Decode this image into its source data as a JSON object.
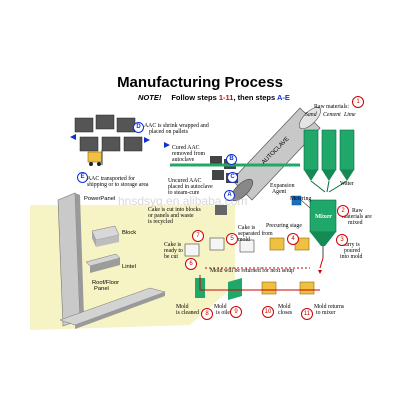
{
  "title": "Manufacturing Process",
  "note": {
    "label": "NOTE!",
    "text_a": "Follow steps ",
    "steps": "1-11",
    "text_b": ", then steps ",
    "letters": "A-E"
  },
  "labels": {
    "raw_materials": "Raw materials:",
    "sand": "Sand",
    "cement": "Cement",
    "lime": "Lime",
    "water": "Water",
    "expansion_agent_1": "Expansion",
    "expansion_agent_2": "Agent",
    "metering": "Metering",
    "mixer": "Mixer",
    "raw_mixed_1": "Raw",
    "raw_mixed_2": "materials are",
    "raw_mixed_3": "mixed",
    "slurry_1": "Slurry is",
    "slurry_2": "poured",
    "slurry_3": "into mold",
    "autoclave": "AUTOCLAVE",
    "pallets_1": "AAC is shrink wrapped and",
    "pallets_2": "placed on pallets",
    "transport_1": "AAC transported for",
    "transport_2": "shipping or to storage area",
    "cured_1": "Cured AAC",
    "cured_2": "removed from",
    "cured_3": "autoclave",
    "uncured_1": "Uncured AAC",
    "uncured_2": "placed in autoclave",
    "uncured_3": "to steam-cure",
    "cut_1": "Cake is cut into blocks",
    "cut_2": "or panels and waste",
    "cut_3": "is recycled",
    "separated_1": "Cake is",
    "separated_2": "separated from",
    "separated_3": "mold",
    "precuring": "Precuring stage",
    "ready_1": "Cake is",
    "ready_2": "ready to",
    "ready_3": "be cut",
    "returned": "Mold will be returned for next setup",
    "cleaned_1": "Mold",
    "cleaned_2": "is cleaned",
    "oiled_1": "Mold",
    "oiled_2": "is oiled",
    "closes_1": "Mold",
    "closes_2": "closes",
    "returns_1": "Mold returns",
    "returns_2": "to mixer",
    "powerpanel": "PowerPanel",
    "block": "Block",
    "lintel": "Lintel",
    "roof_1": "Roof/Floor",
    "roof_2": "Panel"
  },
  "steps": [
    "1",
    "2",
    "3",
    "4",
    "5",
    "6",
    "7",
    "8",
    "9",
    "10",
    "11"
  ],
  "letters": [
    "A",
    "B",
    "C",
    "D",
    "E"
  ],
  "watermark": "hnsdsyq.en.alibaba.com",
  "colors": {
    "step": "#d00000",
    "letter": "#1030d0",
    "silo": "#1fa86a",
    "mold": "#f0c040",
    "panel_bg": "#f6f3c4"
  }
}
